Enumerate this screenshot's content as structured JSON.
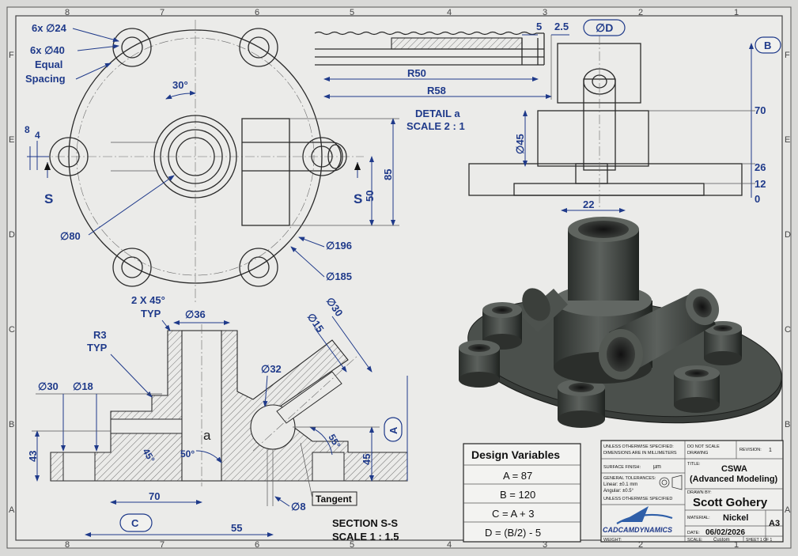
{
  "zones": {
    "columns": [
      "8",
      "7",
      "6",
      "5",
      "4",
      "3",
      "2",
      "1"
    ],
    "rows": [
      "F",
      "E",
      "D",
      "C",
      "B",
      "A"
    ]
  },
  "top_view": {
    "holes_count": "6x ∅24",
    "holes_cbore": "6x ∅40",
    "equal_spacing_1": "Equal",
    "equal_spacing_2": "Spacing",
    "angle": "30°",
    "bore": "∅80",
    "od_outer": "∅196",
    "od_bolt_circle": "∅185",
    "dim_8": "8",
    "dim_4": "4",
    "section_letter_left": "S",
    "section_letter_right": "S",
    "dim_50": "50",
    "dim_85": "85"
  },
  "detail": {
    "title": "DETAIL a",
    "scale": "SCALE 2 : 1",
    "r50": "R50",
    "r58": "R58",
    "dim_5": "5",
    "dim_2_5": "2.5"
  },
  "side_view": {
    "dia_d": "∅D",
    "balloon_b": "B",
    "dim_70": "70",
    "dim_26": "26",
    "dim_12": "12",
    "dim_0": "0",
    "dim_45": "∅45",
    "dim_22": "22"
  },
  "section": {
    "chamfer_1": "2 X 45°",
    "chamfer_2": "TYP",
    "radius_1": "R3",
    "radius_2": "TYP",
    "dia_36": "∅36",
    "dia_15": "∅15",
    "dia_30_angled": "∅30",
    "dia_32": "∅32",
    "dia_30": "∅30",
    "dia_18": "∅18",
    "dim_43": "43",
    "angle_45": "45°",
    "angle_50": "50°",
    "angle_55": "55°",
    "detail_a": "a",
    "dim_45": "45",
    "balloon_a": "A",
    "dim_70": "70",
    "balloon_c": "C",
    "dim_55": "55",
    "dia_8": "∅8",
    "tangent": "Tangent",
    "title": "SECTION S-S",
    "scale": "SCALE 1 : 1.5"
  },
  "design_variables": {
    "title": "Design Variables",
    "rows": [
      "A = 87",
      "B = 120",
      "C = A + 3",
      "D = (B/2) - 5"
    ]
  },
  "title_block": {
    "unless_1": "UNLESS OTHERWISE SPECIFIED:",
    "unless_2": "DIMENSIONS ARE IN MILLIMETERS",
    "do_not_scale_1": "DO NOT SCALE",
    "do_not_scale_2": "DRAWING",
    "revision_label": "REVISION:",
    "revision": "1",
    "surface_finish_label": "SURFACE FINISH:",
    "surface_finish_unit": "µm",
    "general_tol": "GENERAL TOLERANCES:",
    "linear_tol": "Linear: ±0.1 mm",
    "angular_tol": "Angular: ±0.5°",
    "unless_3": "UNLESS OTHERWISE SPECIFIED",
    "title_label": "TITLE:",
    "title_1": "CSWA",
    "title_2": "(Advanced Modeling)",
    "drawn_by_label": "DRAWN BY:",
    "drawn_by": "Scott Gohery",
    "material_label": "MATERIAL:",
    "material": "Nickel",
    "size": "A3",
    "company": "CADCAMDYNAMICS",
    "date_label": "DATE:",
    "date": "06/02/2026",
    "weight_label": "WEIGHT:",
    "scale_label": "SCALE:",
    "scale": "Custom",
    "sheet": "SHEET 1 OF 1"
  }
}
